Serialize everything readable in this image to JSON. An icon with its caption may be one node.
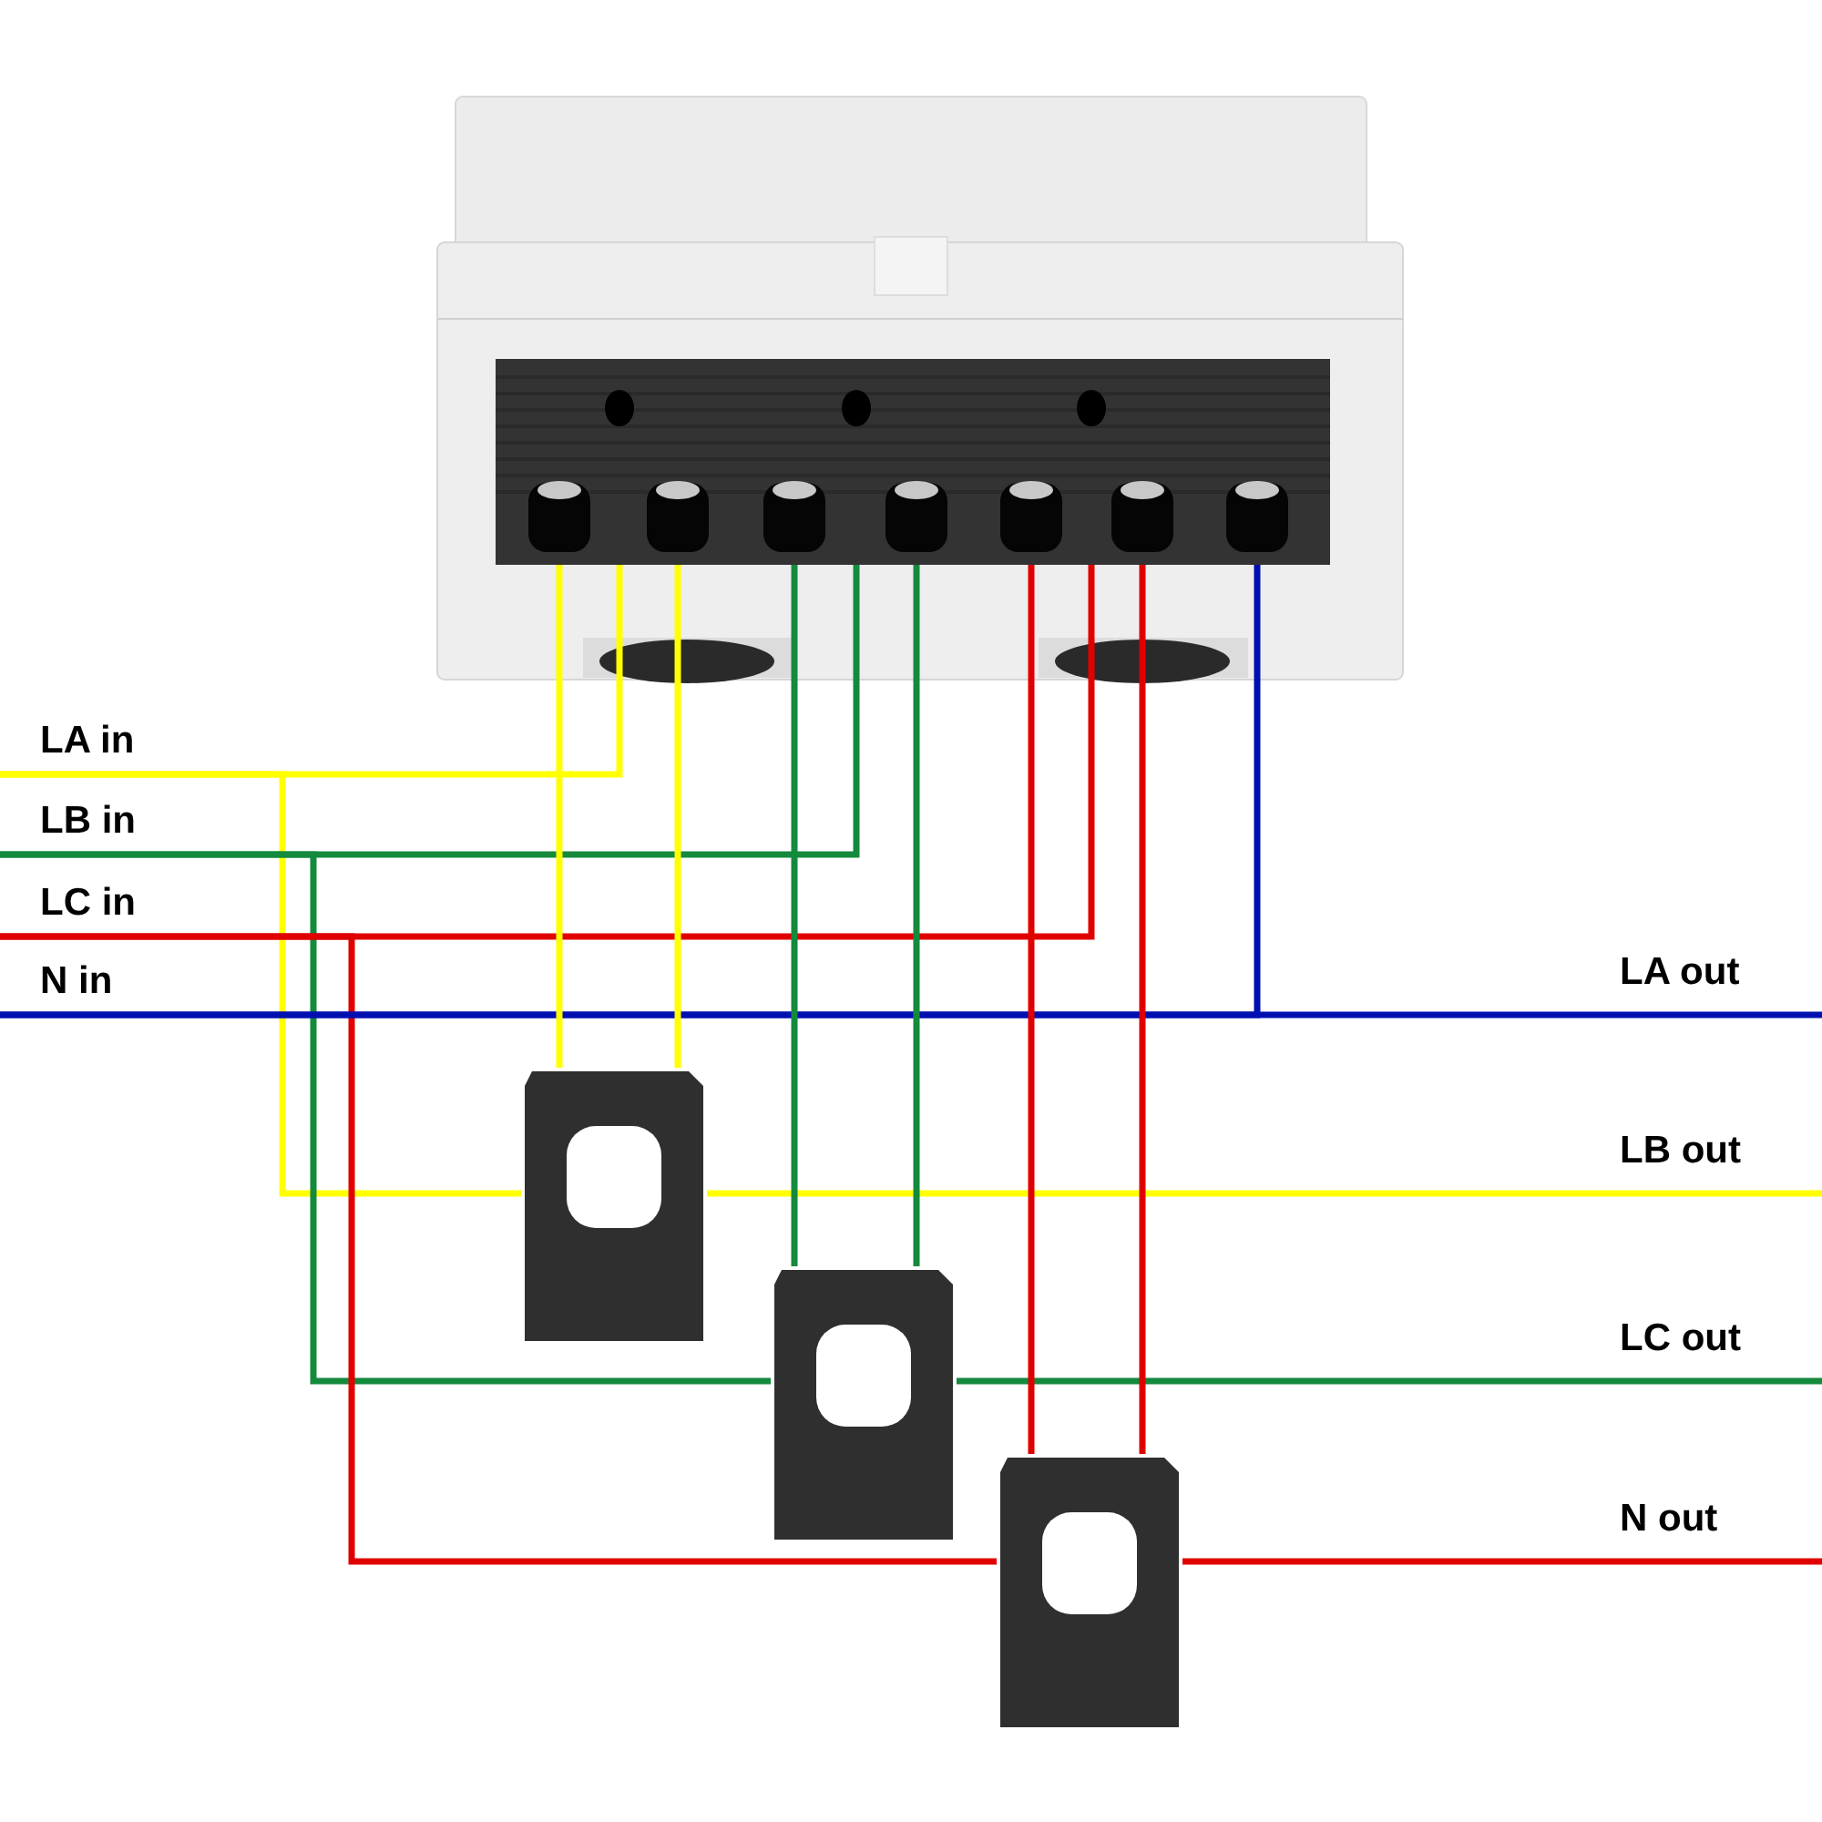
{
  "diagram": {
    "nodes": [
      {
        "text": [],
        "shape": "picture"
      },
      {
        "text": [],
        "shape": "picture"
      },
      {
        "text": [],
        "shape": "picture"
      },
      {
        "text": [],
        "shape": "picture"
      },
      {
        "text": [
          "LA in"
        ]
      },
      {
        "text": [
          "LB in"
        ]
      },
      {
        "text": [
          "LC in"
        ]
      },
      {
        "text": [
          "N in"
        ]
      },
      {
        "text": [
          "LA out"
        ]
      },
      {
        "text": [
          "LB out"
        ]
      },
      {
        "text": [
          "LC out"
        ]
      },
      {
        "text": [
          "N out"
        ]
      }
    ],
    "edges": [
      {
        "from": 4,
        "to": 0,
        "arrow": "none",
        "color": "#ffff00"
      },
      {
        "from": 4,
        "to": 1,
        "arrow": "none",
        "color": "#ffff00"
      },
      {
        "from": 1,
        "to": 9,
        "arrow": "none",
        "color": "#ffff00"
      },
      {
        "from": 5,
        "to": 0,
        "arrow": "none",
        "color": "#138a3c"
      },
      {
        "from": 5,
        "to": 2,
        "arrow": "none",
        "color": "#138a3c"
      },
      {
        "from": 2,
        "to": 10,
        "arrow": "none",
        "color": "#138a3c"
      },
      {
        "from": 6,
        "to": 0,
        "arrow": "none",
        "color": "#e00000"
      },
      {
        "from": 6,
        "to": 3,
        "arrow": "none",
        "color": "#e00000"
      },
      {
        "from": 3,
        "to": 11,
        "arrow": "none",
        "color": "#e00000"
      },
      {
        "from": 7,
        "to": 0,
        "arrow": "none",
        "color": "#0010b0"
      },
      {
        "from": 7,
        "to": 8,
        "arrow": "none",
        "color": "#0010b0"
      },
      {
        "from": 0,
        "to": 1,
        "arrow": "none",
        "color": "#ffff00"
      },
      {
        "from": 0,
        "to": 1,
        "arrow": "none",
        "color": "#ffff00"
      },
      {
        "from": 0,
        "to": 2,
        "arrow": "none",
        "color": "#138a3c"
      },
      {
        "from": 0,
        "to": 2,
        "arrow": "none",
        "color": "#138a3c"
      },
      {
        "from": 0,
        "to": 3,
        "arrow": "none",
        "color": "#e00000"
      },
      {
        "from": 0,
        "to": 3,
        "arrow": "none",
        "color": "#e00000"
      }
    ]
  }
}
